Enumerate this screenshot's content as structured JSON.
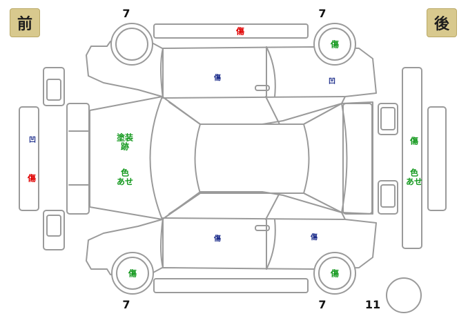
{
  "badges": {
    "front": "前",
    "rear": "後"
  },
  "wheel_numbers": {
    "top_left": "7",
    "top_right": "7",
    "bottom_left": "7",
    "bottom_right": "7",
    "spare": "11"
  },
  "marks": {
    "top_roof_rail": "傷",
    "top_right_wheel": "傷",
    "left_side_upper_door": "傷",
    "left_side_rear_door": "凹",
    "front_bumper_dent": "凹",
    "front_bumper_scratch": "傷",
    "hood_paint": "塗装\n跡",
    "hood_fade": "色\nあせ",
    "rear_bumper_scratch": "傷",
    "rear_bumper_fade": "色\nあせ",
    "bottom_front_door": "傷",
    "bottom_rear_door": "傷",
    "bottom_left_wheel": "傷",
    "bottom_right_wheel": "傷",
    "bottom_roof_rail": ""
  },
  "colors": {
    "outline": "#9a9a9a",
    "damage_red": "#e00000",
    "paint_green": "#14991e",
    "dent_navy": "#1a2b8a",
    "badge_fill": "#d8c98e"
  }
}
